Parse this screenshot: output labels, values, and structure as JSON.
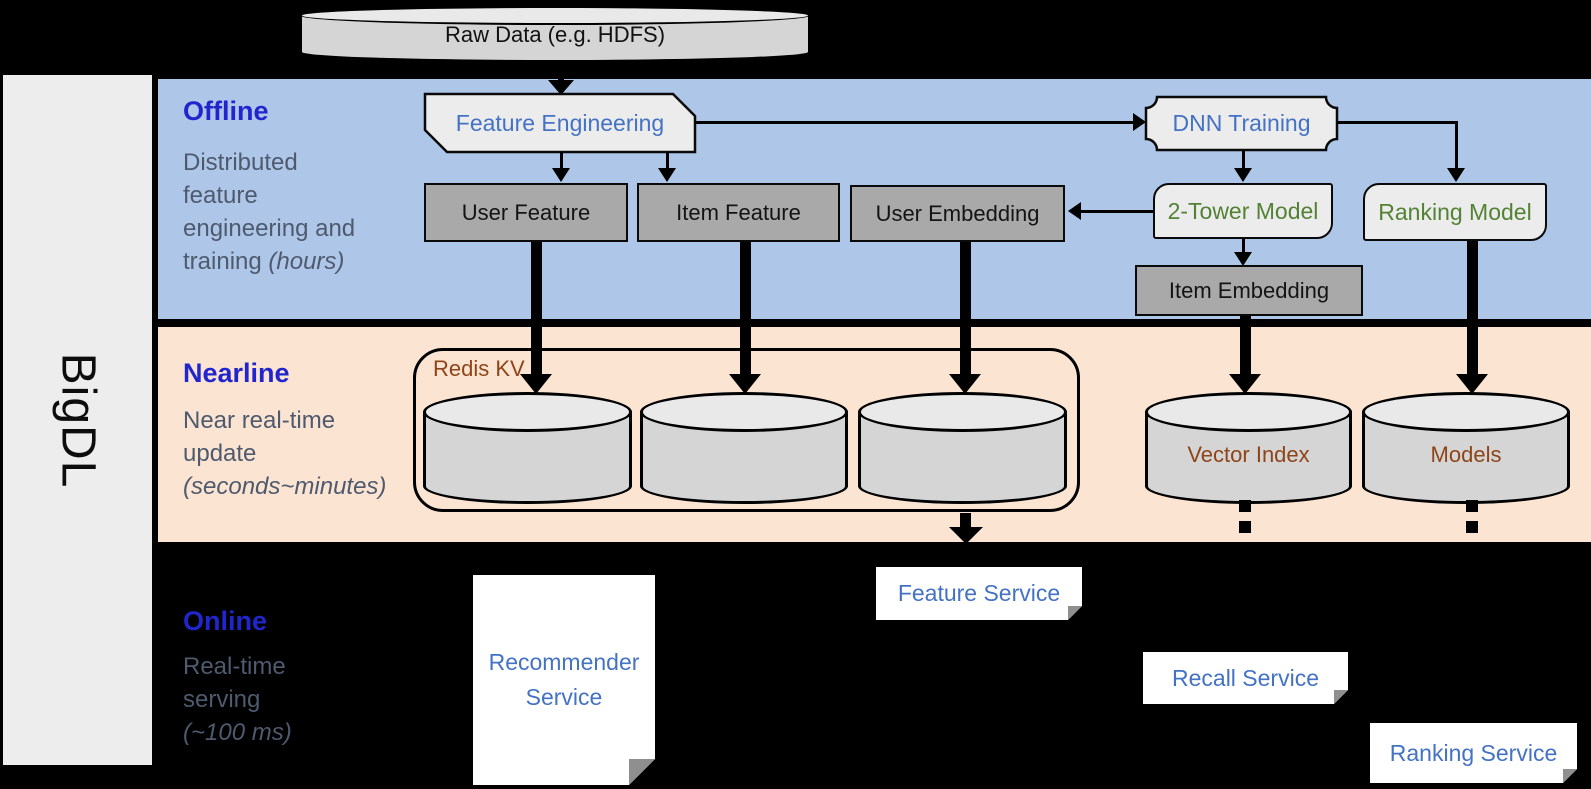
{
  "colors": {
    "band_offline": "#aec6e8",
    "band_nearline": "#fbe4d2",
    "band_title_blue": "#2125cd",
    "subtitle_gray": "#4e5a6e",
    "node_text_blue": "#4472c4",
    "node_text_green": "#548235",
    "storage_text_brown": "#8e4519",
    "node_gray": "#a9a9a9",
    "node_light": "#ececec"
  },
  "sidebar": {
    "brand": "BigDL"
  },
  "raw_data": {
    "label": "Raw Data (e.g. HDFS)"
  },
  "offline": {
    "title": "Offline",
    "sub1": "Distributed",
    "sub2": "feature",
    "sub3": "engineering and",
    "sub4_pre": "training ",
    "sub4_italic": "(hours)"
  },
  "nearline": {
    "title": "Nearline",
    "sub1": "Near real-time",
    "sub2": "update",
    "sub3_italic": "(seconds~minutes)"
  },
  "online": {
    "title": "Online",
    "sub1": "Real-time",
    "sub2": "serving",
    "sub3_italic": "(~100 ms)"
  },
  "nodes": {
    "feature_engineering": "Feature Engineering",
    "dnn_training": "DNN Training",
    "user_feature": "User Feature",
    "item_feature": "Item Feature",
    "user_embedding": "User Embedding",
    "two_tower_model": "2-Tower Model",
    "ranking_model": "Ranking Model",
    "item_embedding": "Item Embedding",
    "redis_kv": "Redis KV",
    "vector_index": "Vector Index",
    "models": "Models"
  },
  "services": {
    "recommender_line1": "Recommender",
    "recommender_line2": "Service",
    "feature": "Feature Service",
    "recall": "Recall Service",
    "ranking": "Ranking Service"
  }
}
